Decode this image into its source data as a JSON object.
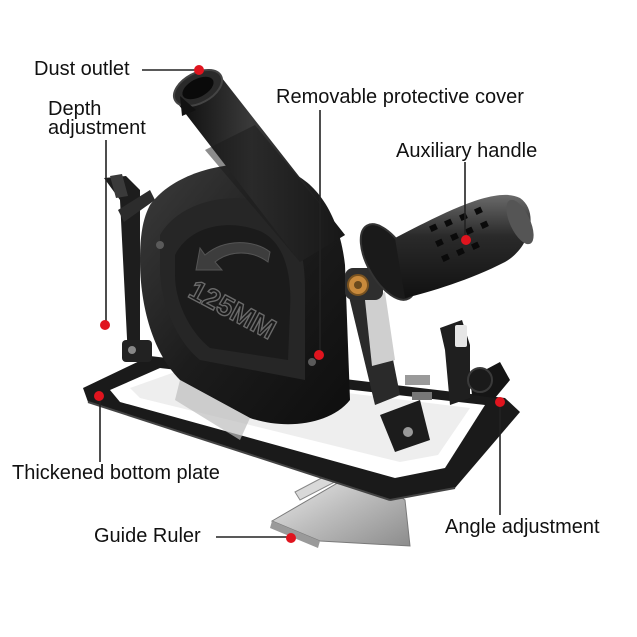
{
  "product": {
    "size_marking": "125MM"
  },
  "colors": {
    "body_dark": "#1e1e1e",
    "body_mid": "#3a3a3a",
    "metal": "#c8c8c8",
    "marker_red": "#e0141e",
    "brass": "#c98a3c",
    "leader": "#222222"
  },
  "callouts": [
    {
      "id": "dust-outlet",
      "text": "Dust outlet"
    },
    {
      "id": "depth-adjustment",
      "text_line1": "Depth",
      "text_line2": "adjustment"
    },
    {
      "id": "removable-protective-cover",
      "text": "Removable protective cover"
    },
    {
      "id": "auxiliary-handle",
      "text": "Auxiliary handle"
    },
    {
      "id": "thickened-bottom-plate",
      "text": "Thickened bottom plate"
    },
    {
      "id": "guide-ruler",
      "text": "Guide Ruler"
    },
    {
      "id": "angle-adjustment",
      "text": "Angle adjustment"
    }
  ]
}
